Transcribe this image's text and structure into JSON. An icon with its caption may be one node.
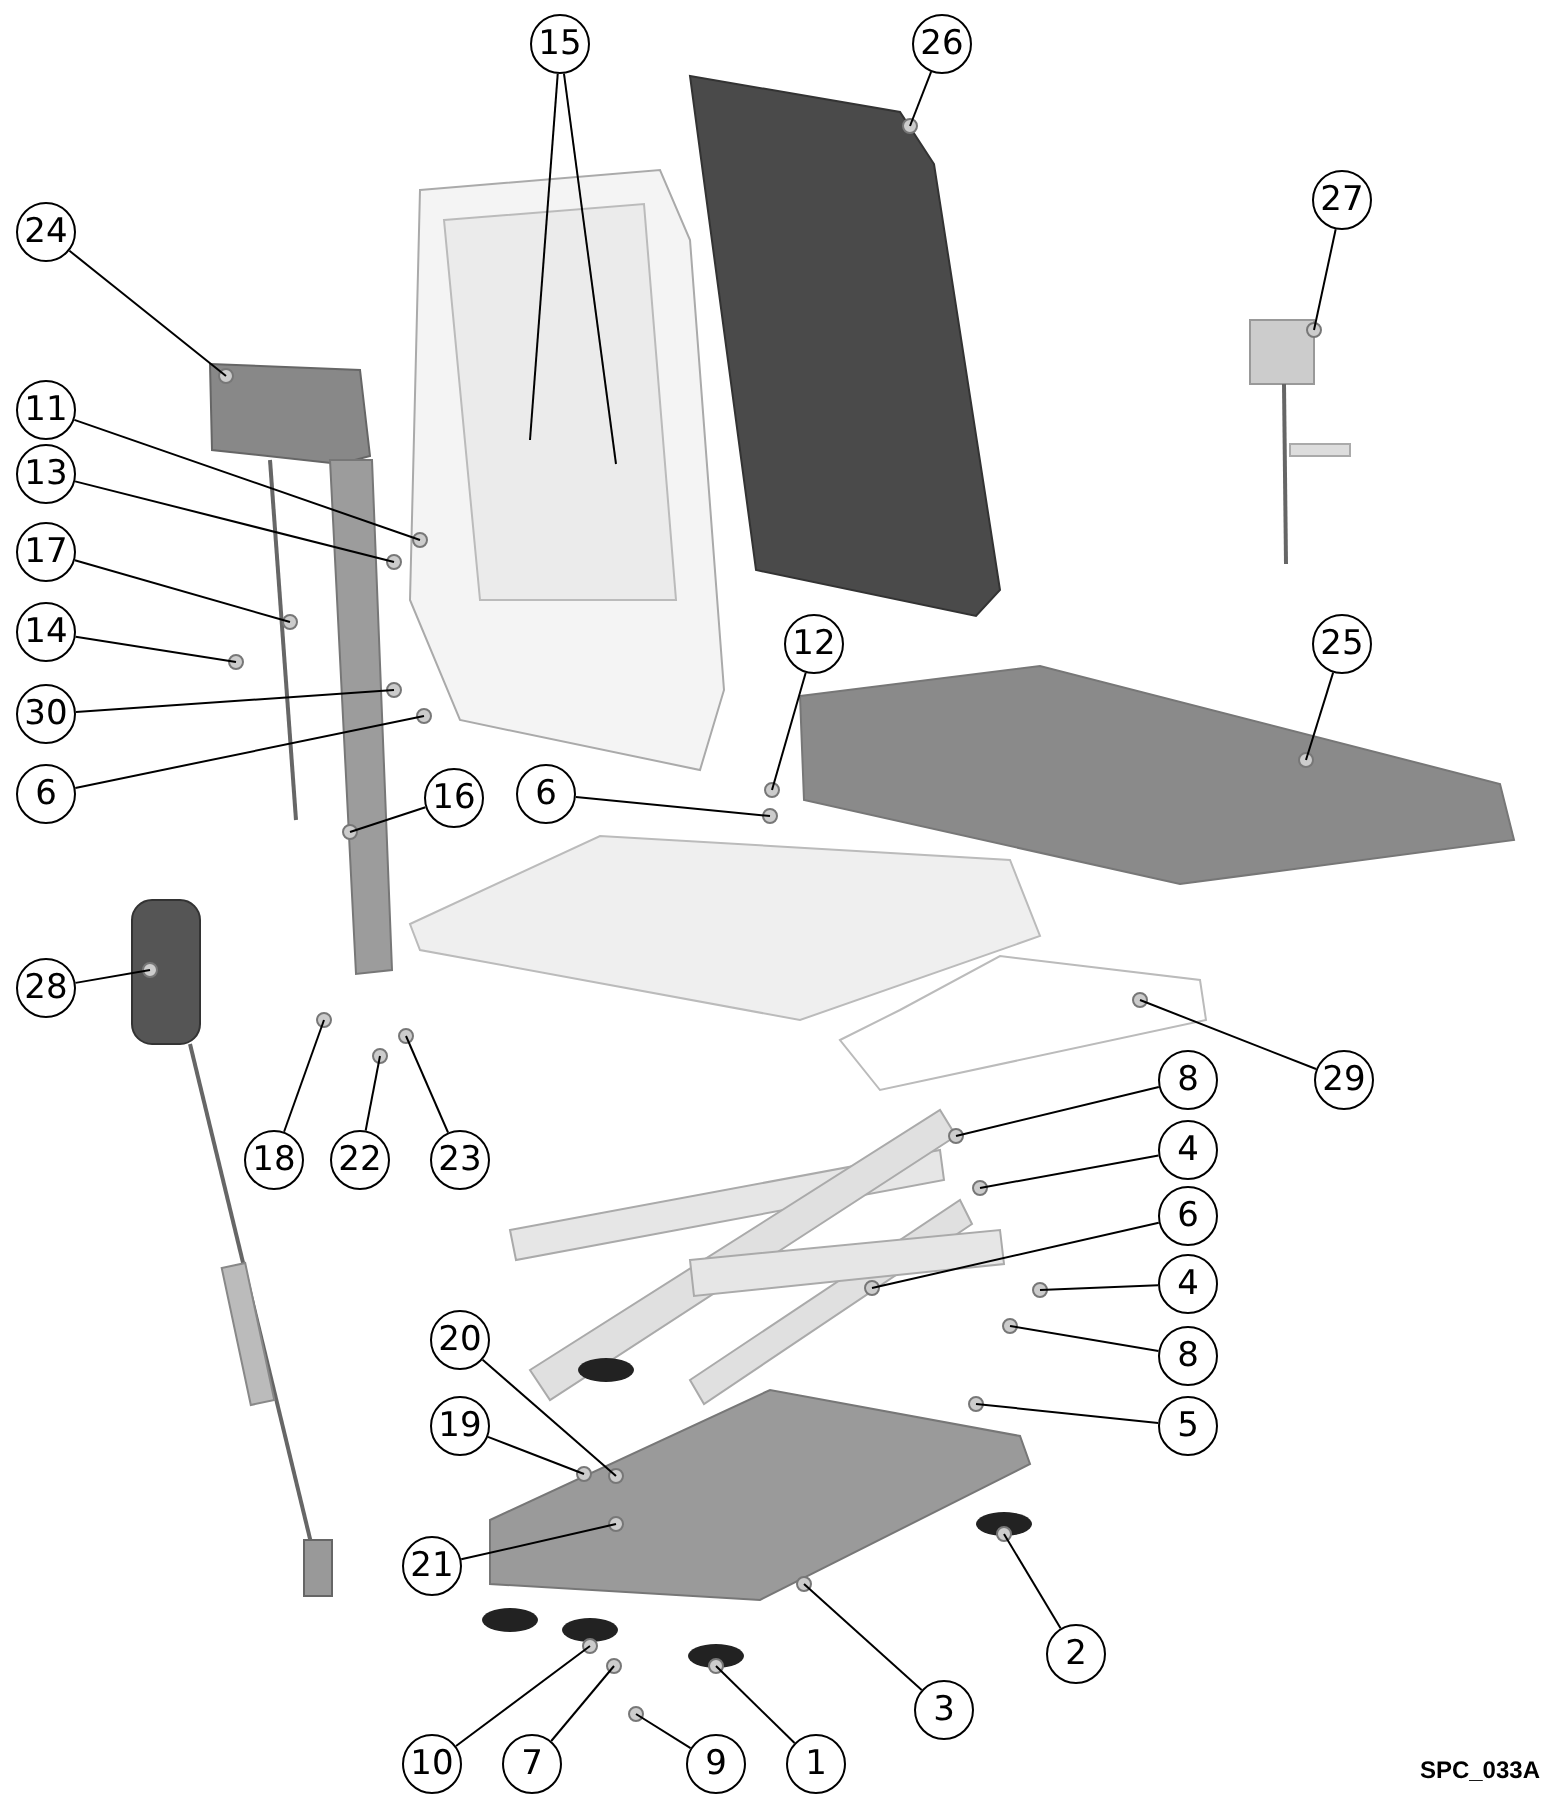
{
  "diagram": {
    "nodes": [
      {
        "text": [
          "15"
        ]
      },
      {
        "text": [
          "26"
        ]
      },
      {
        "text": [
          "27"
        ]
      },
      {
        "text": [
          "24"
        ]
      },
      {
        "text": [
          "11"
        ]
      },
      {
        "text": [
          "13"
        ]
      },
      {
        "text": [
          "17"
        ]
      },
      {
        "text": [
          "14"
        ]
      },
      {
        "text": [
          "12"
        ]
      },
      {
        "text": [
          "25"
        ]
      },
      {
        "text": [
          "30"
        ]
      },
      {
        "text": [
          "6"
        ]
      },
      {
        "text": [
          "6"
        ]
      },
      {
        "text": [
          "16"
        ]
      },
      {
        "text": [
          "28"
        ]
      },
      {
        "text": [
          "8"
        ]
      },
      {
        "text": [
          "29"
        ]
      },
      {
        "text": [
          "4"
        ]
      },
      {
        "text": [
          "18"
        ]
      },
      {
        "text": [
          "22"
        ]
      },
      {
        "text": [
          "23"
        ]
      },
      {
        "text": [
          "6"
        ]
      },
      {
        "text": [
          "4"
        ]
      },
      {
        "text": [
          "20"
        ]
      },
      {
        "text": [
          "8"
        ]
      },
      {
        "text": [
          "5"
        ]
      },
      {
        "text": [
          "19"
        ]
      },
      {
        "text": [
          "21"
        ]
      },
      {
        "text": [
          "2"
        ]
      },
      {
        "text": [
          "3"
        ]
      },
      {
        "text": [
          "10"
        ]
      },
      {
        "text": [
          "7"
        ]
      },
      {
        "text": [
          "9"
        ]
      },
      {
        "text": [
          "1"
        ]
      }
    ],
    "edges": [
      {
        "from": 0,
        "to": null,
        "arrow": "none"
      },
      {
        "from": 0,
        "to": null,
        "arrow": "none"
      },
      {
        "from": 1,
        "to": null,
        "arrow": "none"
      },
      {
        "from": 2,
        "to": null,
        "arrow": "none"
      },
      {
        "from": 3,
        "to": null,
        "arrow": "none"
      },
      {
        "from": 4,
        "to": null,
        "arrow": "none"
      },
      {
        "from": 5,
        "to": null,
        "arrow": "none"
      },
      {
        "from": 6,
        "to": null,
        "arrow": "none"
      },
      {
        "from": 7,
        "to": null,
        "arrow": "none"
      },
      {
        "from": 8,
        "to": null,
        "arrow": "none"
      },
      {
        "from": 9,
        "to": null,
        "arrow": "none"
      },
      {
        "from": 10,
        "to": null,
        "arrow": "none"
      },
      {
        "from": 11,
        "to": null,
        "arrow": "none"
      },
      {
        "from": 12,
        "to": null,
        "arrow": "none"
      },
      {
        "from": 13,
        "to": null,
        "arrow": "none"
      },
      {
        "from": 14,
        "to": null,
        "arrow": "none"
      },
      {
        "from": 15,
        "to": null,
        "arrow": "none"
      },
      {
        "from": 16,
        "to": null,
        "arrow": "none"
      },
      {
        "from": 17,
        "to": null,
        "arrow": "none"
      },
      {
        "from": 18,
        "to": null,
        "arrow": "none"
      },
      {
        "from": 19,
        "to": null,
        "arrow": "none"
      },
      {
        "from": 20,
        "to": null,
        "arrow": "none"
      },
      {
        "from": 21,
        "to": null,
        "arrow": "none"
      },
      {
        "from": 22,
        "to": null,
        "arrow": "none"
      },
      {
        "from": 23,
        "to": null,
        "arrow": "none"
      },
      {
        "from": 24,
        "to": null,
        "arrow": "none"
      },
      {
        "from": 25,
        "to": null,
        "arrow": "none"
      },
      {
        "from": 26,
        "to": null,
        "arrow": "none"
      },
      {
        "from": 27,
        "to": null,
        "arrow": "none"
      },
      {
        "from": 28,
        "to": null,
        "arrow": "none"
      },
      {
        "from": 29,
        "to": null,
        "arrow": "none"
      },
      {
        "from": 30,
        "to": null,
        "arrow": "none"
      },
      {
        "from": 31,
        "to": null,
        "arrow": "none"
      },
      {
        "from": 32,
        "to": null,
        "arrow": "none"
      },
      {
        "from": 33,
        "to": null,
        "arrow": "none"
      }
    ],
    "labels": [
      "SPC_033A"
    ]
  }
}
